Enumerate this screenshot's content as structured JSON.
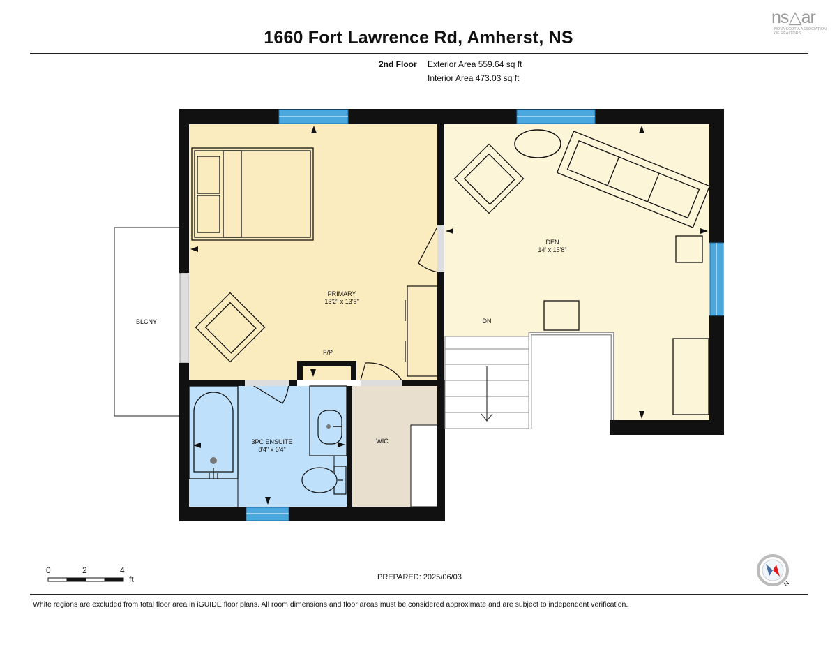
{
  "header": {
    "title": "1660 Fort Lawrence Rd, Amherst, NS",
    "logo_text": "ns△ar",
    "logo_subtext": "NOVA SCOTIA ASSOCIATION OF REALTORS"
  },
  "floor": {
    "name": "2nd Floor",
    "exterior_area": "Exterior Area 559.64 sq ft",
    "interior_area": "Interior Area 473.03 sq ft"
  },
  "rooms": {
    "primary": {
      "name": "PRIMARY",
      "dims": "13'2\" x 13'6\""
    },
    "den": {
      "name": "DEN",
      "dims": "14' x 15'8\""
    },
    "ensuite": {
      "name": "3PC ENSUITE",
      "dims": "8'4\" x 6'4\""
    },
    "wic": {
      "name": "WIC"
    },
    "balcony": {
      "name": "BLCNY"
    },
    "fireplace": {
      "name": "F/P"
    },
    "stairs": {
      "name": "DN"
    }
  },
  "scale": {
    "ticks": [
      "0",
      "2",
      "4"
    ],
    "unit": "ft"
  },
  "prepared": "PREPARED: 2025/06/03",
  "compass": {
    "label": "N"
  },
  "footnote": "White regions are excluded from total floor area in iGUIDE floor plans. All room dimensions and floor areas must be considered approximate and are subject to independent verification.",
  "colors": {
    "primary_fill": "#fbecc0",
    "den_fill": "#fdf5d8",
    "ensuite_fill": "#bfe0fb",
    "wic_fill": "#e8dfcf",
    "wall": "#111111",
    "window": "#4aa8df"
  }
}
